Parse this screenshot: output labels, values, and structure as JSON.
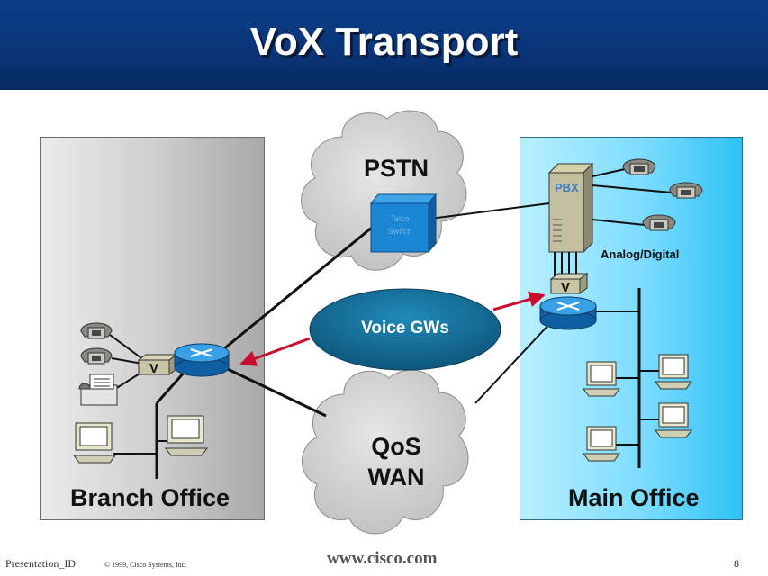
{
  "slide": {
    "title": "VoX Transport",
    "footer_id": "Presentation_ID",
    "footer_copyright": "© 1999, Cisco Systems, Inc.",
    "footer_url": "www.cisco.com",
    "page_number": "8"
  },
  "branch_office": {
    "label": "Branch Office",
    "gateway_label": "V"
  },
  "main_office": {
    "label": "Main Office",
    "pbx_label": "PBX",
    "link_label": "Analog/Digital",
    "gateway_label": "V"
  },
  "pstn": {
    "label": "PSTN",
    "switch_label_1": "Telco",
    "switch_label_2": "Switch"
  },
  "wan": {
    "label_line1": "QoS",
    "label_line2": "WAN"
  },
  "voice_gateways": {
    "label": "Voice GWs"
  },
  "colors": {
    "title_bar": "#0b3f86",
    "branch_panel": "#c8c8c8",
    "main_panel": "#5fd3fb",
    "arrow": "#c8102e",
    "cloud": "#c8c8c8",
    "voice_gw_bubble": "#156f96"
  }
}
